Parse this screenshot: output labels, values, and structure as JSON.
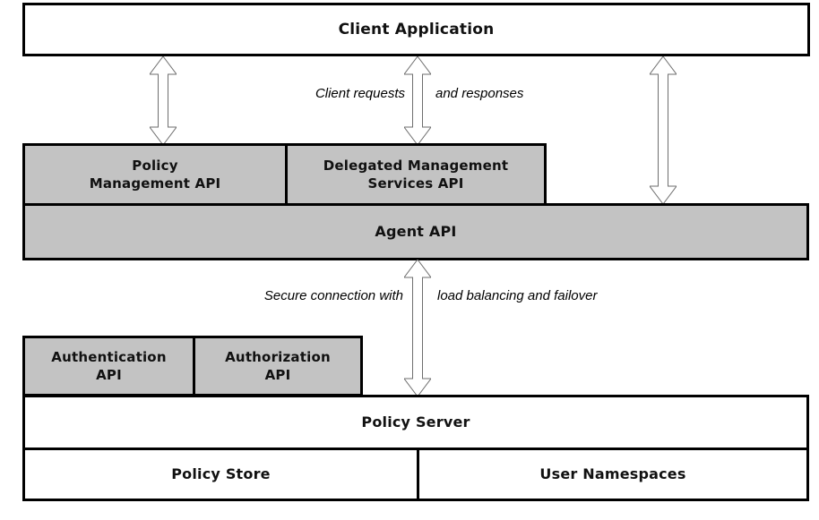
{
  "colors": {
    "box_fill_gray": "#c3c3c3",
    "box_fill_white": "#ffffff",
    "border": "#000000",
    "arrow_outline": "#6e6e6e"
  },
  "boxes": {
    "client_application": {
      "label": "Client Application"
    },
    "policy_management_api": {
      "label": "Policy\nManagement API"
    },
    "delegated_management_services_api": {
      "label": "Delegated Management\nServices API"
    },
    "agent_api": {
      "label": "Agent API"
    },
    "authentication_api": {
      "label": "Authentication\nAPI"
    },
    "authorization_api": {
      "label": "Authorization\nAPI"
    },
    "policy_server": {
      "label": "Policy Server"
    },
    "policy_store": {
      "label": "Policy Store"
    },
    "user_namespaces": {
      "label": "User Namespaces"
    }
  },
  "annotations": {
    "client_requests": "Client requests",
    "and_responses": "and responses",
    "secure_connection": "Secure connection with",
    "load_balancing": "load balancing and failover"
  }
}
